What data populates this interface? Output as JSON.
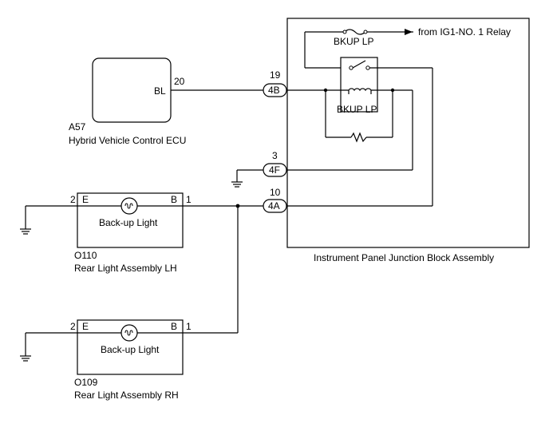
{
  "ecu": {
    "pin_label": "BL",
    "pin_number": "20",
    "code": "A57",
    "name": "Hybrid Vehicle Control ECU"
  },
  "junction_block": {
    "name": "Instrument Panel Junction Block Assembly",
    "fuse_label": "BKUP LP",
    "relay_label": "BKUP LP",
    "source_label": "from IG1-NO. 1 Relay",
    "connectors": [
      {
        "pin": "19",
        "id": "4B"
      },
      {
        "pin": "3",
        "id": "4F"
      },
      {
        "pin": "10",
        "id": "4A"
      }
    ]
  },
  "lh_light": {
    "label": "Back-up Light",
    "left_pin": "2",
    "left_terminal": "E",
    "right_terminal": "B",
    "right_pin": "1",
    "code": "O110",
    "name": "Rear Light Assembly LH"
  },
  "rh_light": {
    "label": "Back-up Light",
    "left_pin": "2",
    "left_terminal": "E",
    "right_terminal": "B",
    "right_pin": "1",
    "code": "O109",
    "name": "Rear Light Assembly RH"
  }
}
